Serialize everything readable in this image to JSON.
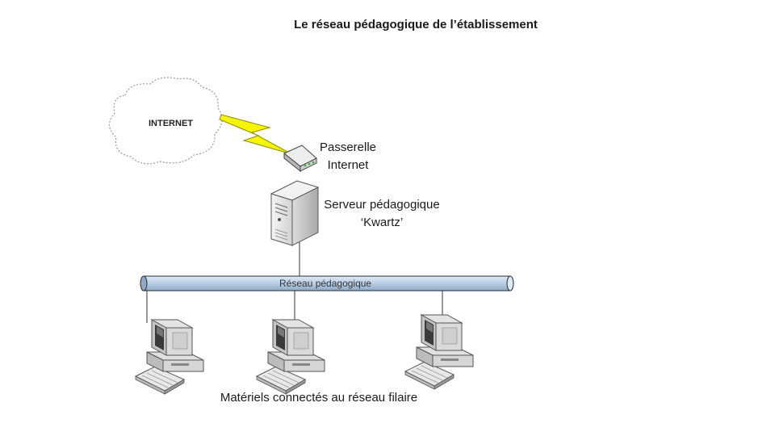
{
  "title": "Le réseau pédagogique de l’établissement",
  "nodes": {
    "internet": {
      "label": "INTERNET"
    },
    "gateway": {
      "line1": "Passerelle",
      "line2": "Internet"
    },
    "server": {
      "line1": "Serveur pédagogique",
      "line2": "‘Kwartz’"
    },
    "network": {
      "label": "Réseau pédagogique"
    },
    "workstations": {
      "caption": "Matériels connectés au réseau filaire"
    }
  },
  "colors": {
    "bus_fill": "#b9cfe6",
    "bus_stroke": "#2b2b2b",
    "lightning": "#f5f500",
    "cloud_stroke": "#9a9a9a",
    "device_body": "#e6e6e6",
    "device_shadow": "#9e9e9e"
  }
}
